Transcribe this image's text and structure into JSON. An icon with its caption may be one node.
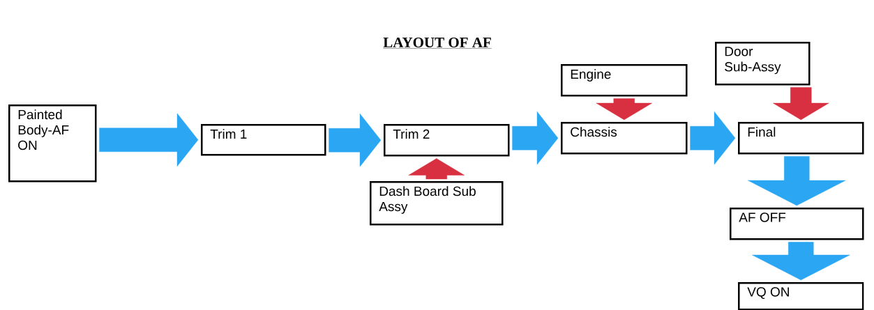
{
  "diagram": {
    "title": "LAYOUT OF AF",
    "nodes": [
      {
        "text": [
          "Painted Body-AF ON"
        ]
      },
      {
        "text": [
          "Trim 1"
        ]
      },
      {
        "text": [
          "Trim 2"
        ]
      },
      {
        "text": [
          "Dash Board Sub Assy"
        ]
      },
      {
        "text": [
          "Engine"
        ]
      },
      {
        "text": [
          "Chassis"
        ]
      },
      {
        "text": [
          "Door Sub-Assy"
        ]
      },
      {
        "text": [
          "Final"
        ]
      },
      {
        "text": [
          "AF OFF"
        ]
      },
      {
        "text": [
          "VQ ON"
        ]
      }
    ],
    "edges": [
      {
        "from": 0,
        "to": 1,
        "arrow": "to"
      },
      {
        "from": 1,
        "to": 2,
        "arrow": "to"
      },
      {
        "from": 3,
        "to": 2,
        "arrow": "to",
        "color": "#d83040"
      },
      {
        "from": 2,
        "to": 5,
        "arrow": "to"
      },
      {
        "from": 4,
        "to": 5,
        "arrow": "to",
        "color": "#d83040"
      },
      {
        "from": 5,
        "to": 7,
        "arrow": "to"
      },
      {
        "from": 6,
        "to": 7,
        "arrow": "to",
        "color": "#d83040"
      },
      {
        "from": 7,
        "to": 8,
        "arrow": "to"
      },
      {
        "from": 8,
        "to": 9,
        "arrow": "to"
      }
    ]
  }
}
